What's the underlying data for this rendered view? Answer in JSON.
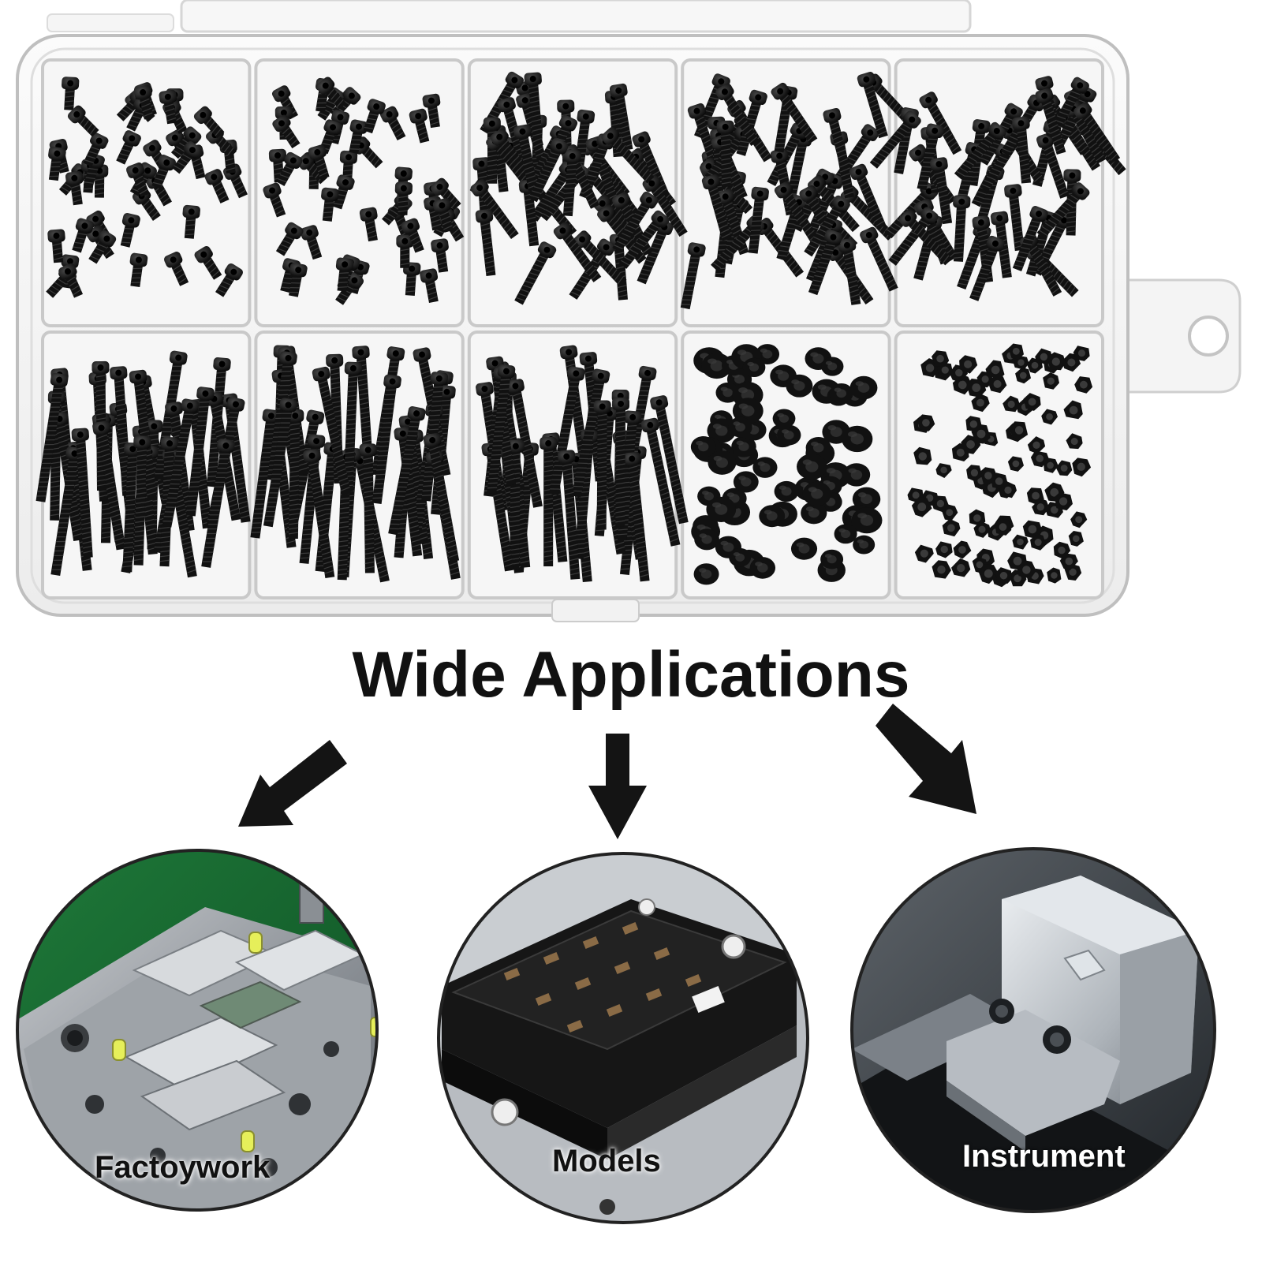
{
  "headline": "Wide Applications",
  "applications": [
    {
      "label": "Factoywork",
      "icon": "mold-machine-photo"
    },
    {
      "label": "Models",
      "icon": "chip-fixture-photo"
    },
    {
      "label": "Instrument",
      "icon": "metal-clamp-photo"
    }
  ],
  "organizer": {
    "rows": 2,
    "columns": 5,
    "compartments": [
      {
        "content": "screws-short"
      },
      {
        "content": "screws-short"
      },
      {
        "content": "screws-medium"
      },
      {
        "content": "screws-medium"
      },
      {
        "content": "screws-medium"
      },
      {
        "content": "screws-long"
      },
      {
        "content": "screws-long"
      },
      {
        "content": "screws-long"
      },
      {
        "content": "washers"
      },
      {
        "content": "hex-nuts"
      }
    ]
  },
  "colors": {
    "hardware": "#111111",
    "box": "#f4f4f4",
    "box_edge": "#c9c9c9",
    "arrow": "#141414"
  }
}
